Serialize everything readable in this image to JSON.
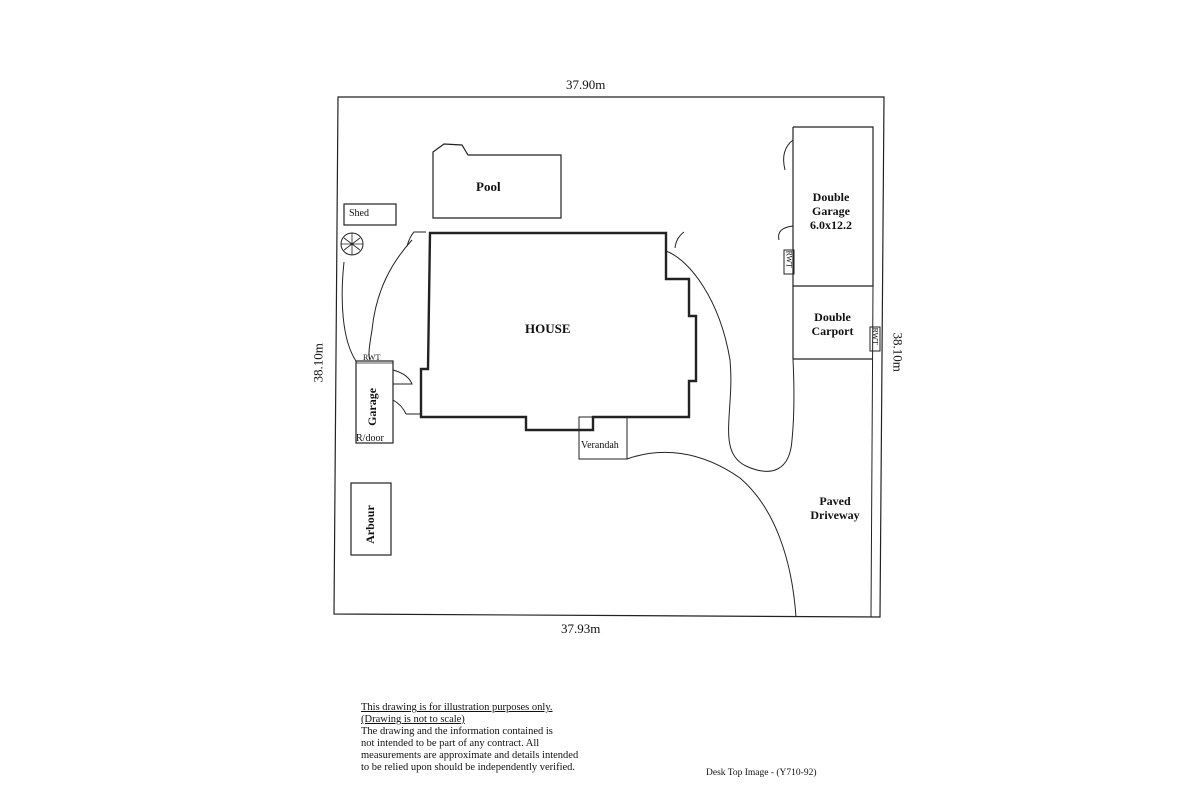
{
  "dimensions": {
    "top": "37.90m",
    "bottom": "37.93m",
    "left": "38.10m",
    "right": "38.10m"
  },
  "labels": {
    "pool": "Pool",
    "shed": "Shed",
    "house": "HOUSE",
    "double_garage_line1": "Double",
    "double_garage_line2": "Garage",
    "double_garage_line3": "6.0x12.2",
    "double_carport_line1": "Double",
    "double_carport_line2": "Carport",
    "rwt_garage_side": "RWT",
    "rwt_boundary": "RWT",
    "rwt_small_garage": "RWT",
    "garage": "Garage",
    "r_door": "R/door",
    "verandah": "Verandah",
    "arbour": "Arbour",
    "paved_line1": "Paved",
    "paved_line2": "Driveway"
  },
  "disclaimer": {
    "line1": "This drawing is for illustration purposes only.",
    "line2": "(Drawing is not to scale)",
    "line3": "The drawing and the information contained is",
    "line4": "not intended to be part of any contract.  All",
    "line5": "measurements are approximate and details intended",
    "line6": "to be relied upon should be independently verified."
  },
  "footer": {
    "reference": "Desk Top Image - (Y710-92)"
  }
}
